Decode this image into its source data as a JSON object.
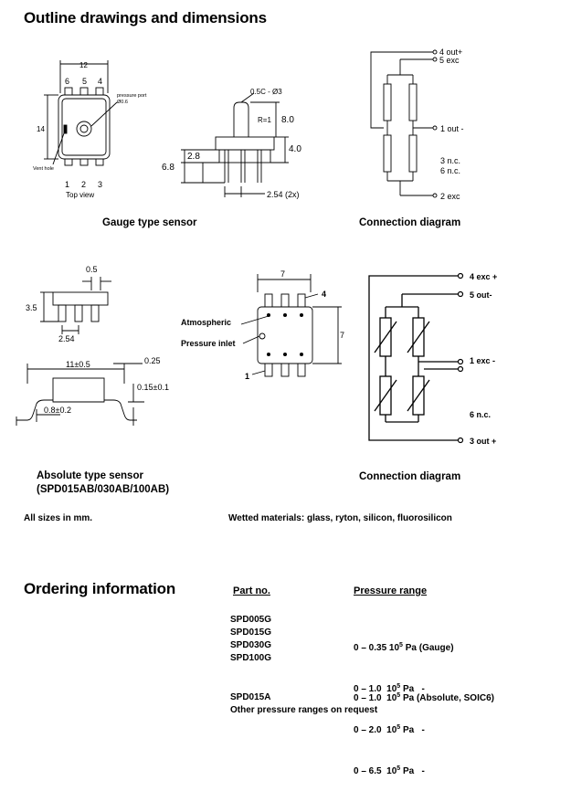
{
  "section_outline": "Outline drawings and dimensions",
  "gauge": {
    "caption": "Gauge type sensor",
    "top_view_label": "Top view",
    "pressure_port_label": "pressure port",
    "pressure_port_dim": "Ø0.6",
    "vent_hole_label": "Vent hole",
    "dim_width": "12",
    "dim_height": "14",
    "pins_top": [
      "6",
      "5",
      "4"
    ],
    "pins_bottom": [
      "1",
      "2",
      "3"
    ],
    "side_dims": {
      "chamfer": "0.5C - Ø3",
      "radius": "R=1",
      "d80": "8.0",
      "d40": "4.0",
      "d28": "2.8",
      "d68": "6.8",
      "pitch": "2.54 (2x)"
    }
  },
  "connection1": {
    "caption": "Connection diagram",
    "labels": [
      "4 out+",
      "5 exc",
      "1 out -",
      "3 n.c.",
      "6 n.c.",
      "2 exc"
    ]
  },
  "absolute": {
    "caption_line1": "Absolute type sensor",
    "caption_line2": "(SPD015AB/030AB/100AB)",
    "dims": {
      "d05": "0.5",
      "d35": "3.5",
      "d254": "2.54",
      "d11": "11±0.5",
      "d025": "0.25",
      "d015": "0.15±0.1",
      "d08": "0.8±0.2"
    },
    "top_view": {
      "d7w": "7",
      "d7h": "7",
      "pin4": "4",
      "pin1": "1",
      "atmospheric": "Atmospheric",
      "pressure_inlet": "Pressure inlet"
    }
  },
  "connection2": {
    "caption": "Connection diagram",
    "labels": [
      "4 exc +",
      "5 out-",
      "1 exc -",
      "6 n.c.",
      "3 out +"
    ]
  },
  "notes": {
    "all_sizes": "All sizes in mm.",
    "wetted_label": "Wetted materials:",
    "wetted_value": "glass, ryton, silicon, fluorosilicon"
  },
  "ordering": {
    "title": "Ordering information",
    "col_part": "Part no.",
    "col_range": "Pressure range",
    "rows": [
      {
        "part": "SPD005G",
        "range": "0 – 0.35 10",
        "exp": "5",
        "unit": " Pa (Gauge)"
      },
      {
        "part": "SPD015G",
        "range": "0 – 1.0  10",
        "exp": "5",
        "unit": " Pa   -"
      },
      {
        "part": "SPD030G",
        "range": "0 – 2.0  10",
        "exp": "5",
        "unit": " Pa   -"
      },
      {
        "part": "SPD100G",
        "range": "0 – 6.5  10",
        "exp": "5",
        "unit": " Pa   -"
      }
    ],
    "row_abs": {
      "part": "SPD015A",
      "range": "0 – 1.0  10",
      "exp": "5",
      "unit": " Pa (Absolute, SOIC6)"
    },
    "footnote": "Other pressure ranges on request"
  }
}
